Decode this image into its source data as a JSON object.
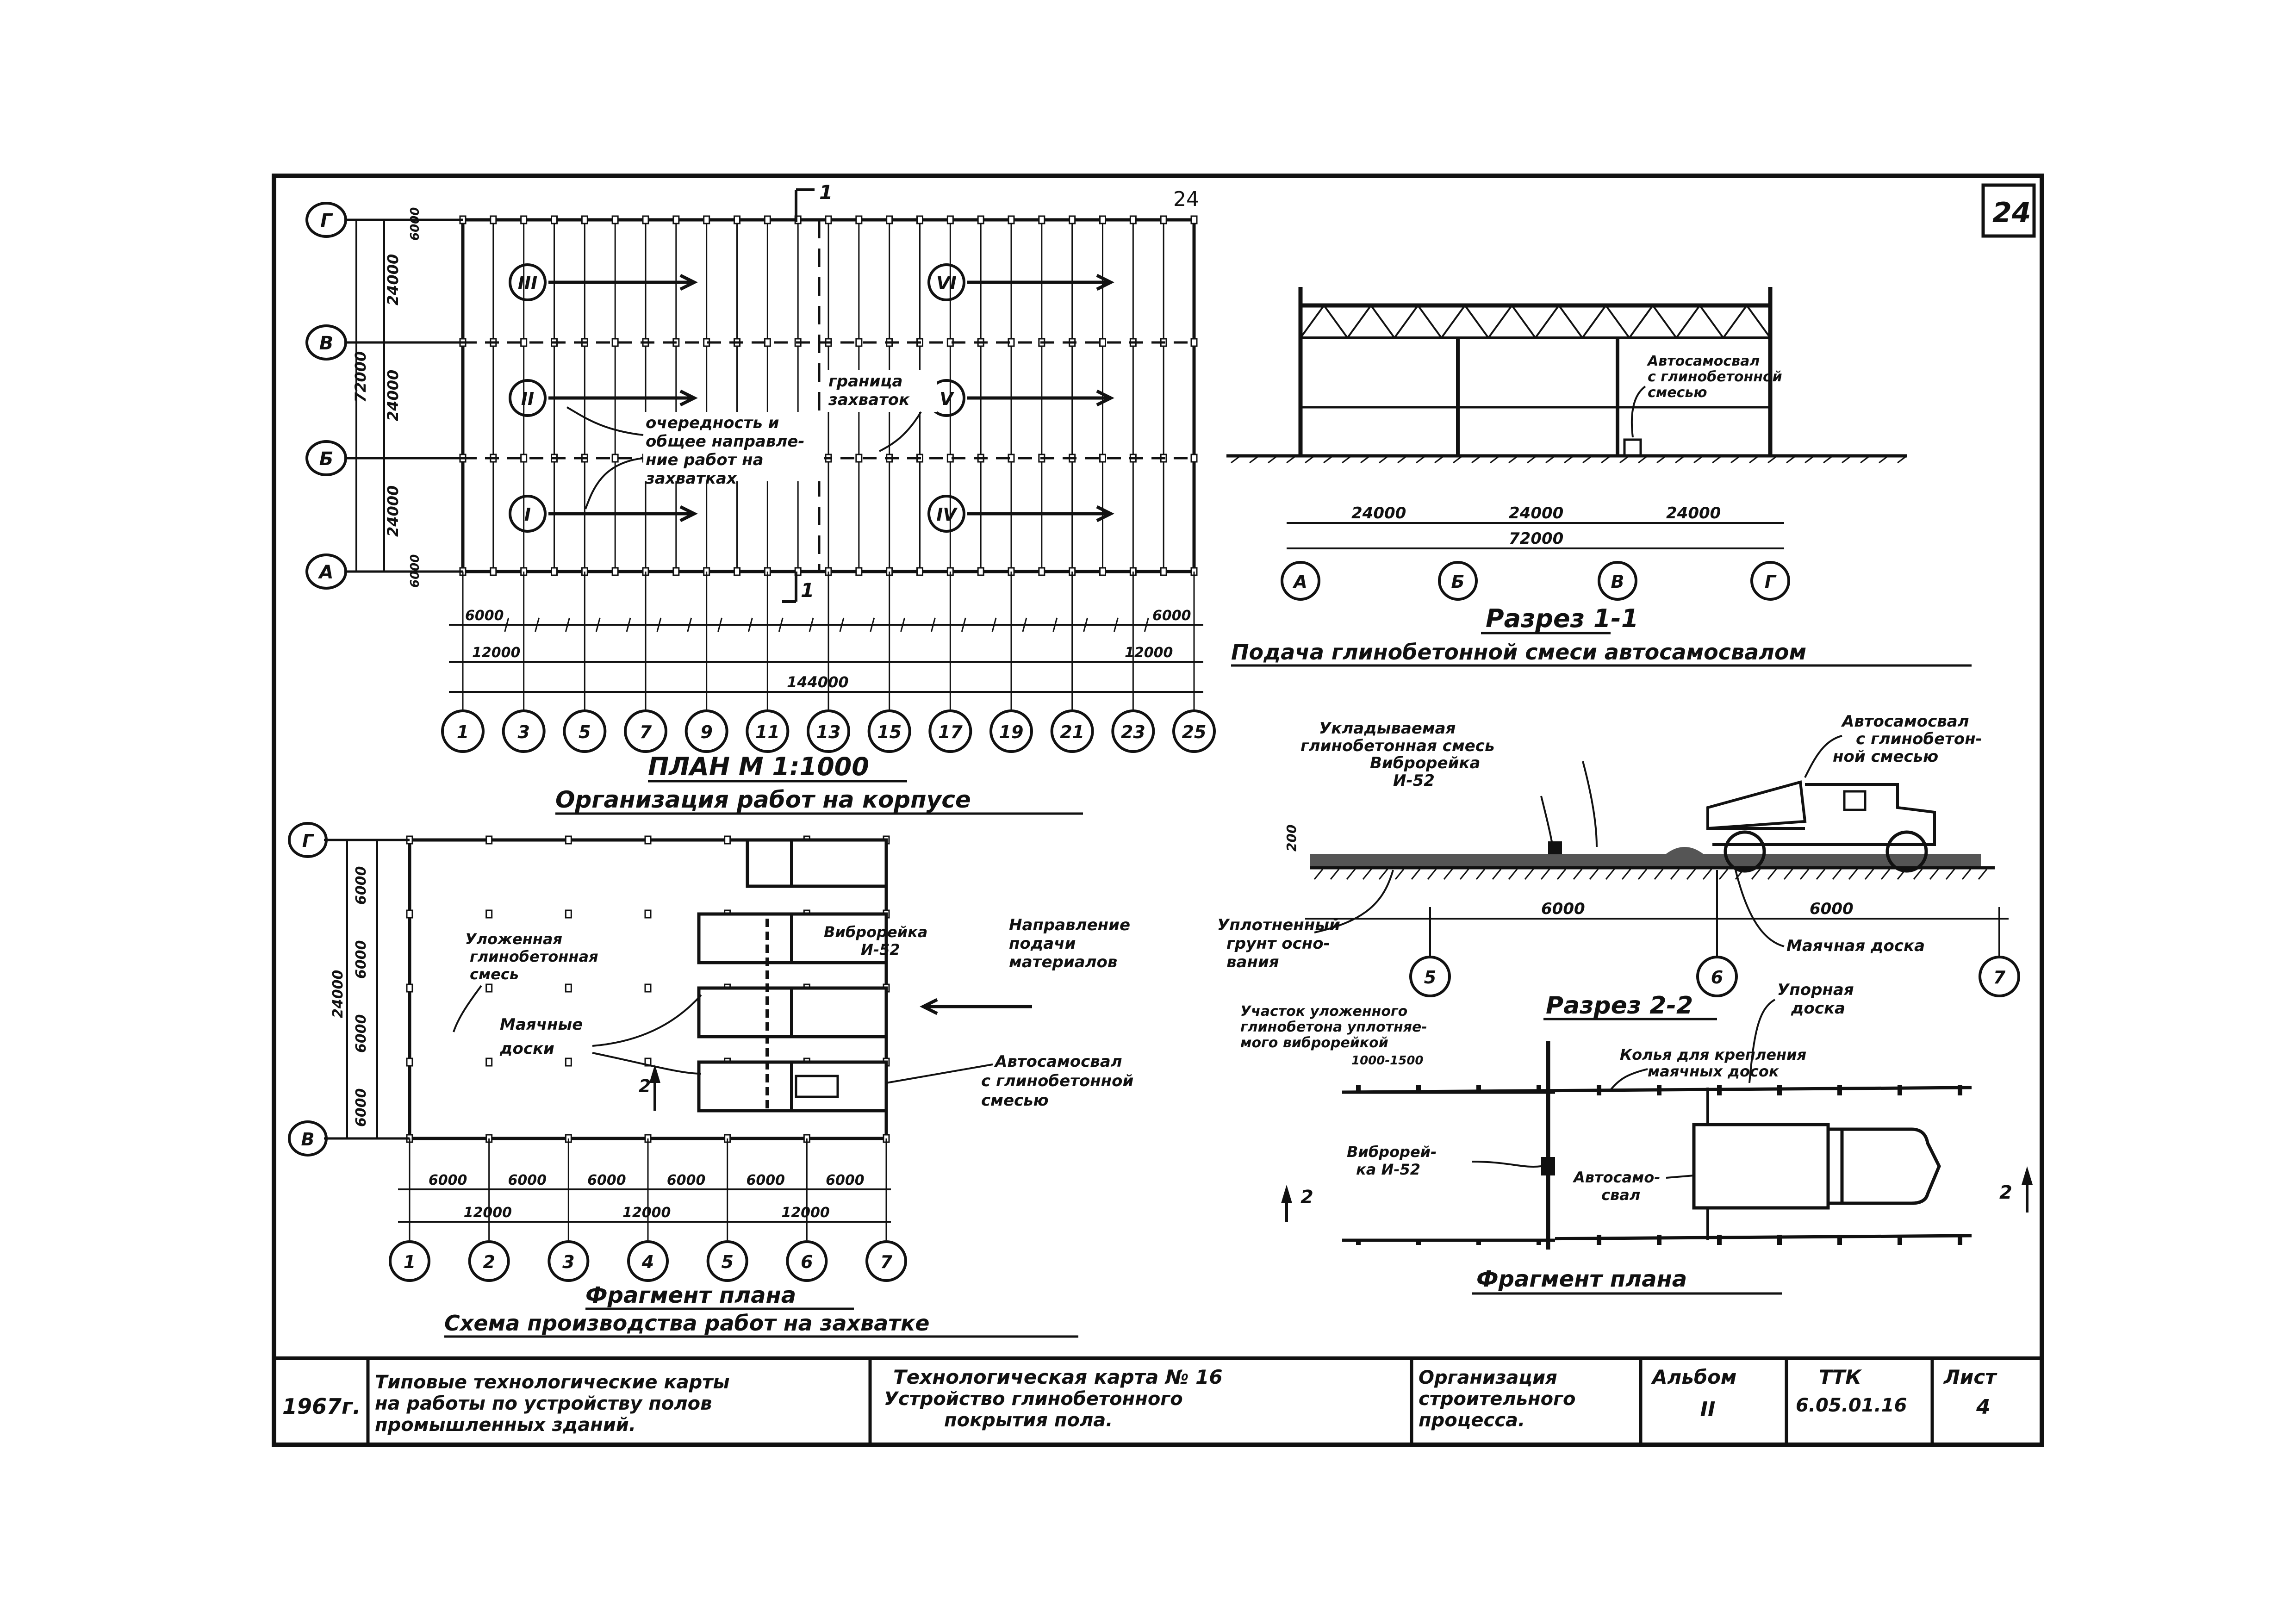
{
  "page_number_printed": "24",
  "page_number_handwritten": "24",
  "plan_main": {
    "title": "ПЛАН М 1:1000",
    "subtitle": "Организация работ на корпусе",
    "row_axes": [
      "Г",
      "В",
      "Б",
      "А"
    ],
    "column_axes": [
      "1",
      "3",
      "5",
      "7",
      "9",
      "11",
      "13",
      "15",
      "17",
      "19",
      "21",
      "23",
      "25"
    ],
    "dims_vertical": [
      "24000",
      "24000",
      "24000",
      "72000",
      "6000",
      "6000"
    ],
    "dims_bottom": {
      "row1_end": "6000",
      "row1_start": "6000",
      "row2_start": "12000",
      "row2_end": "12000",
      "total": "144000",
      "ditto": "\""
    },
    "zones": [
      "III",
      "II",
      "I",
      "VI",
      "V",
      "IV"
    ],
    "note_sequence": "очередность и общее направление работ на захватках",
    "note_boundary": "граница захваток",
    "section_mark": "1"
  },
  "section_1": {
    "title": "Разрез 1-1",
    "subtitle": "Подача глинобетонной смеси автосамосвалом",
    "callout": "Автосамосвал с глинобетонной смесью",
    "dims": [
      "24000",
      "24000",
      "24000"
    ],
    "total": "72000",
    "axes": [
      "А",
      "Б",
      "В",
      "Г"
    ]
  },
  "section_2": {
    "title": "Разрез 2-2",
    "label_mix": "Укладываемая глинобетонная смесь",
    "label_rail": "Виброрейка И-52",
    "label_truck": "Автосамосвал с глинобетонной смесью",
    "label_soil": "Уплотненный грунт основания",
    "label_board": "Маячная доска",
    "label_stop": "Упорная доска",
    "height_dim": "200",
    "dims": [
      "6000",
      "6000"
    ],
    "axes": [
      "5",
      "6",
      "7"
    ]
  },
  "fragment_left": {
    "title": "Фрагмент плана",
    "subtitle": "Схема производства работ на захватке",
    "row_axes": [
      "Г",
      "В"
    ],
    "column_axes": [
      "1",
      "2",
      "3",
      "4",
      "5",
      "6",
      "7"
    ],
    "dims_vertical": [
      "6000",
      "6000",
      "6000",
      "6000",
      "24000"
    ],
    "dims_bottom": [
      "6000",
      "6000",
      "6000",
      "6000",
      "6000",
      "6000"
    ],
    "dims_bottom2": [
      "12000",
      "12000",
      "12000"
    ],
    "label_laid": "Уложенная глинобетонная смесь",
    "label_boards": "Маячные доски",
    "label_rail": "Виброрейка И-52",
    "label_direction": "Направление подачи материалов",
    "label_truck": "Автосамосвал с глинобетонной смесью",
    "section_mark": "2"
  },
  "fragment_right": {
    "title": "Фрагмент плана",
    "label_section": "Разрез 2-2",
    "label_area": "Участок уложенного глинобетона уплотняемого виброрейкой",
    "area_dim": "1000-1500",
    "label_stakes": "Колья для крепления маячных досок",
    "label_rail": "Виброрейка И-52",
    "label_truck": "Автосамосвал",
    "section_mark": "2"
  },
  "title_block": {
    "year": "1967г.",
    "series": "Типовые технологические карты на работы по устройству полов промышленных зданий.",
    "card_no": "Технологическая карта № 16",
    "card_title": "Устройство глинобетонного покрытия пола.",
    "section": "Организация строительного процесса.",
    "album_label": "Альбом",
    "album_no": "II",
    "code_label": "ТТК",
    "code": "6.05.01.16",
    "sheet_label": "Лист",
    "sheet_no": "4"
  }
}
